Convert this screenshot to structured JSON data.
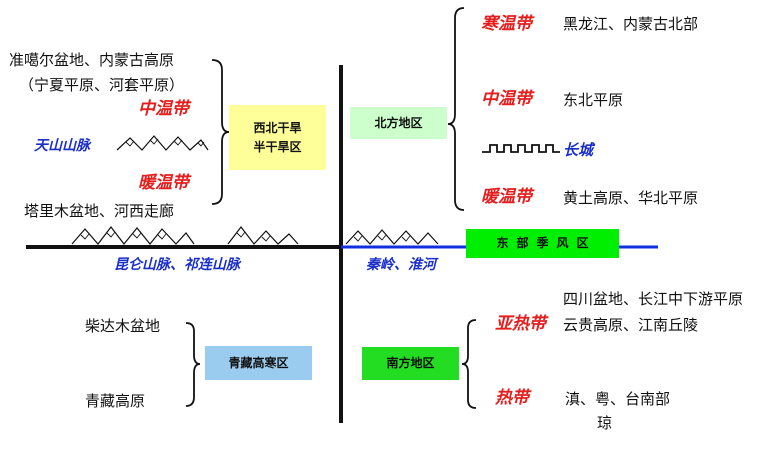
{
  "northwest": {
    "basin_line1": "准噶尔盆地、内蒙古高原",
    "basin_line2": "（宁夏平原、河套平原）",
    "zone_mid": "中温带",
    "mountain": "天山山脉",
    "zone_warm": "暖温带",
    "basin_south": "塔里木盆地、河西走廊",
    "box_label": "西北干旱\n半干旱区"
  },
  "north": {
    "box_label": "北方地区",
    "zone_cold": "寒温带",
    "zone_cold_place": "黑龙江、内蒙古北部",
    "zone_mid": "中温带",
    "zone_mid_place": "东北平原",
    "great_wall": "长城",
    "zone_warm": "暖温带",
    "zone_warm_place": "黄土高原、华北平原"
  },
  "divider": {
    "west_mountains": "昆仑山脉、祁连山脉",
    "east_mountains": "秦岭、淮河",
    "monsoon_box": "东部季风区"
  },
  "qinghai_tibet": {
    "place_top": "柴达木盆地",
    "place_bottom": "青藏高原",
    "box_label": "青藏高寒区"
  },
  "south": {
    "box_label": "南方地区",
    "zone_subtropic": "亚热带",
    "zone_subtropic_place1": "四川盆地、长江中下游平原",
    "zone_subtropic_place2": "云贵高原、江南丘陵",
    "zone_tropic": "热带",
    "zone_tropic_place1": "滇、粤、台南部",
    "zone_tropic_place2": "琼"
  },
  "colors": {
    "zone_red": "#e51d1d",
    "mountain_blue": "#1a2ec9",
    "river_blue": "#1030e0",
    "line_black": "#111111"
  }
}
